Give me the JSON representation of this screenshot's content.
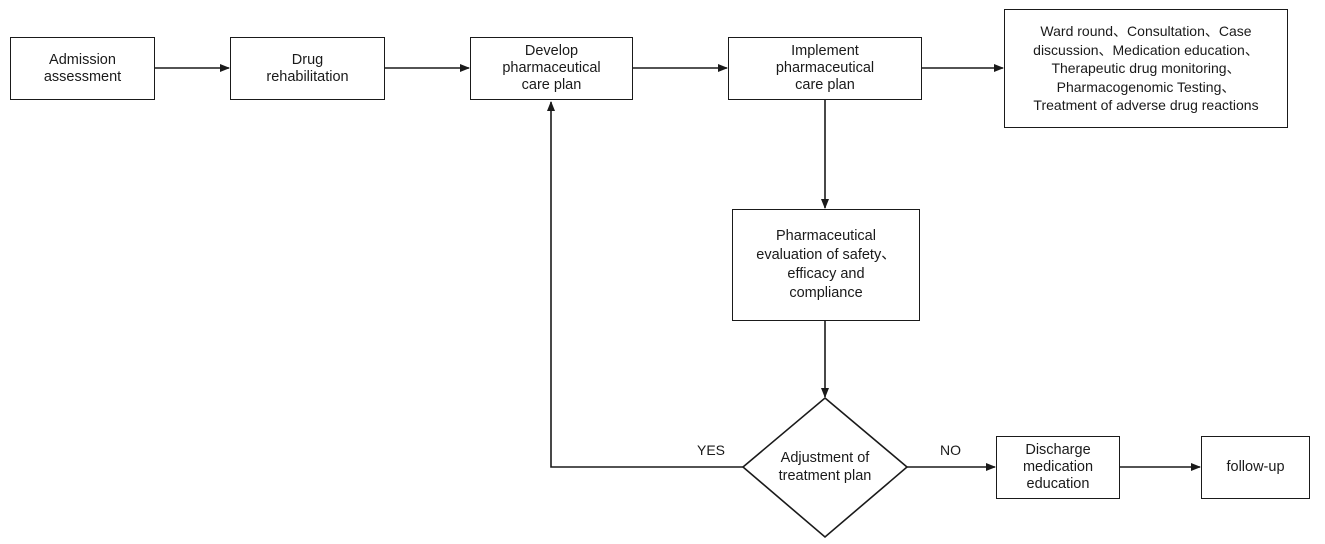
{
  "nodes": {
    "admission": {
      "label": "Admission\nassessment"
    },
    "drug_rehab": {
      "label": "Drug\nrehabilitation"
    },
    "develop_plan": {
      "label": "Develop\npharmaceutical\ncare plan"
    },
    "implement_plan": {
      "label": "Implement\npharmaceutical\ncare plan"
    },
    "activities": {
      "label": "Ward round、Consultation、Case\ndiscussion、Medication education、\nTherapeutic drug monitoring、\nPharmacogenomic Testing、\nTreatment of adverse drug reactions"
    },
    "evaluation": {
      "label": "Pharmaceutical\nevaluation of safety、\nefficacy  and\ncompliance"
    },
    "adjustment": {
      "label": "Adjustment of\ntreatment plan"
    },
    "discharge": {
      "label": "Discharge\nmedication\neducation"
    },
    "followup": {
      "label": "follow-up"
    }
  },
  "edges": {
    "yes_label": "YES",
    "no_label": "NO"
  },
  "colors": {
    "stroke": "#1a1a1a",
    "background": "#ffffff"
  }
}
